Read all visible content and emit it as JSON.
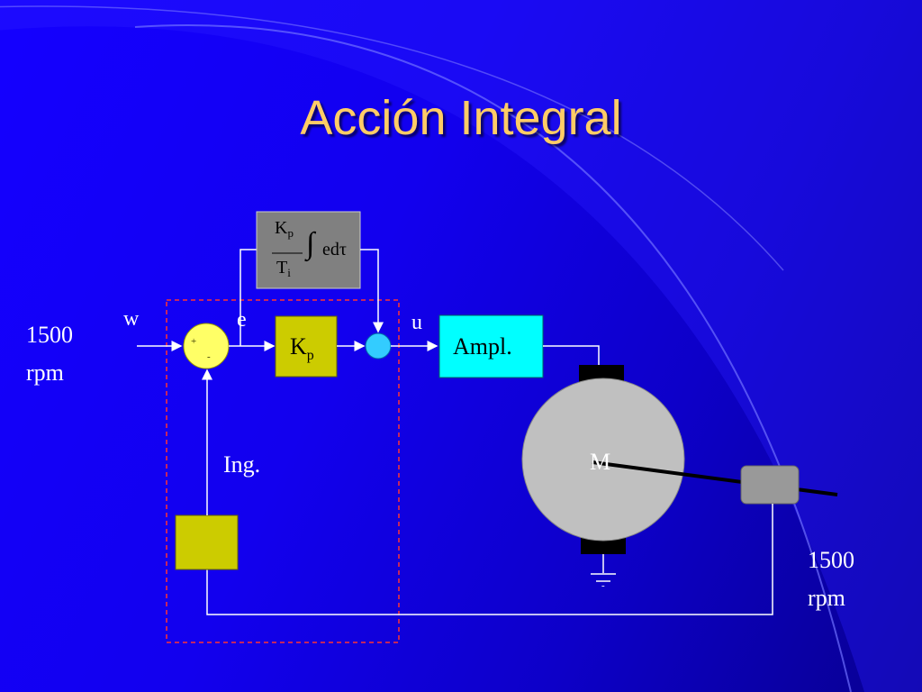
{
  "slide": {
    "title": "Acción Integral"
  },
  "diagram": {
    "input_value": "1500",
    "input_unit": "rpm",
    "output_value": "1500",
    "output_unit": "rpm",
    "signal_w": "w",
    "signal_e": "e",
    "signal_u": "u",
    "proportional_block": {
      "symbol": "K",
      "subscript": "p"
    },
    "integral_block": {
      "num_symbol": "K",
      "num_subscript": "p",
      "den_symbol": "T",
      "den_subscript": "i",
      "integral_sign": "∫",
      "integrand": "edτ"
    },
    "amplifier_label": "Ampl.",
    "motor_label": "M",
    "engineer_label": "Ing.",
    "summing_plus": "+",
    "summing_minus": "-",
    "ground_minus": "-"
  },
  "colors": {
    "background": "#1400ff",
    "title": "#ffcc66",
    "proportional_block": "#cccc00",
    "integral_block": "#808080",
    "amplifier": "#00ffff",
    "summing_junction": "#ffff66",
    "integral_junction": "#33ccff",
    "motor": "#c0c0c0",
    "sensor": "#999999",
    "dashed_boundary": "#ff3333"
  }
}
